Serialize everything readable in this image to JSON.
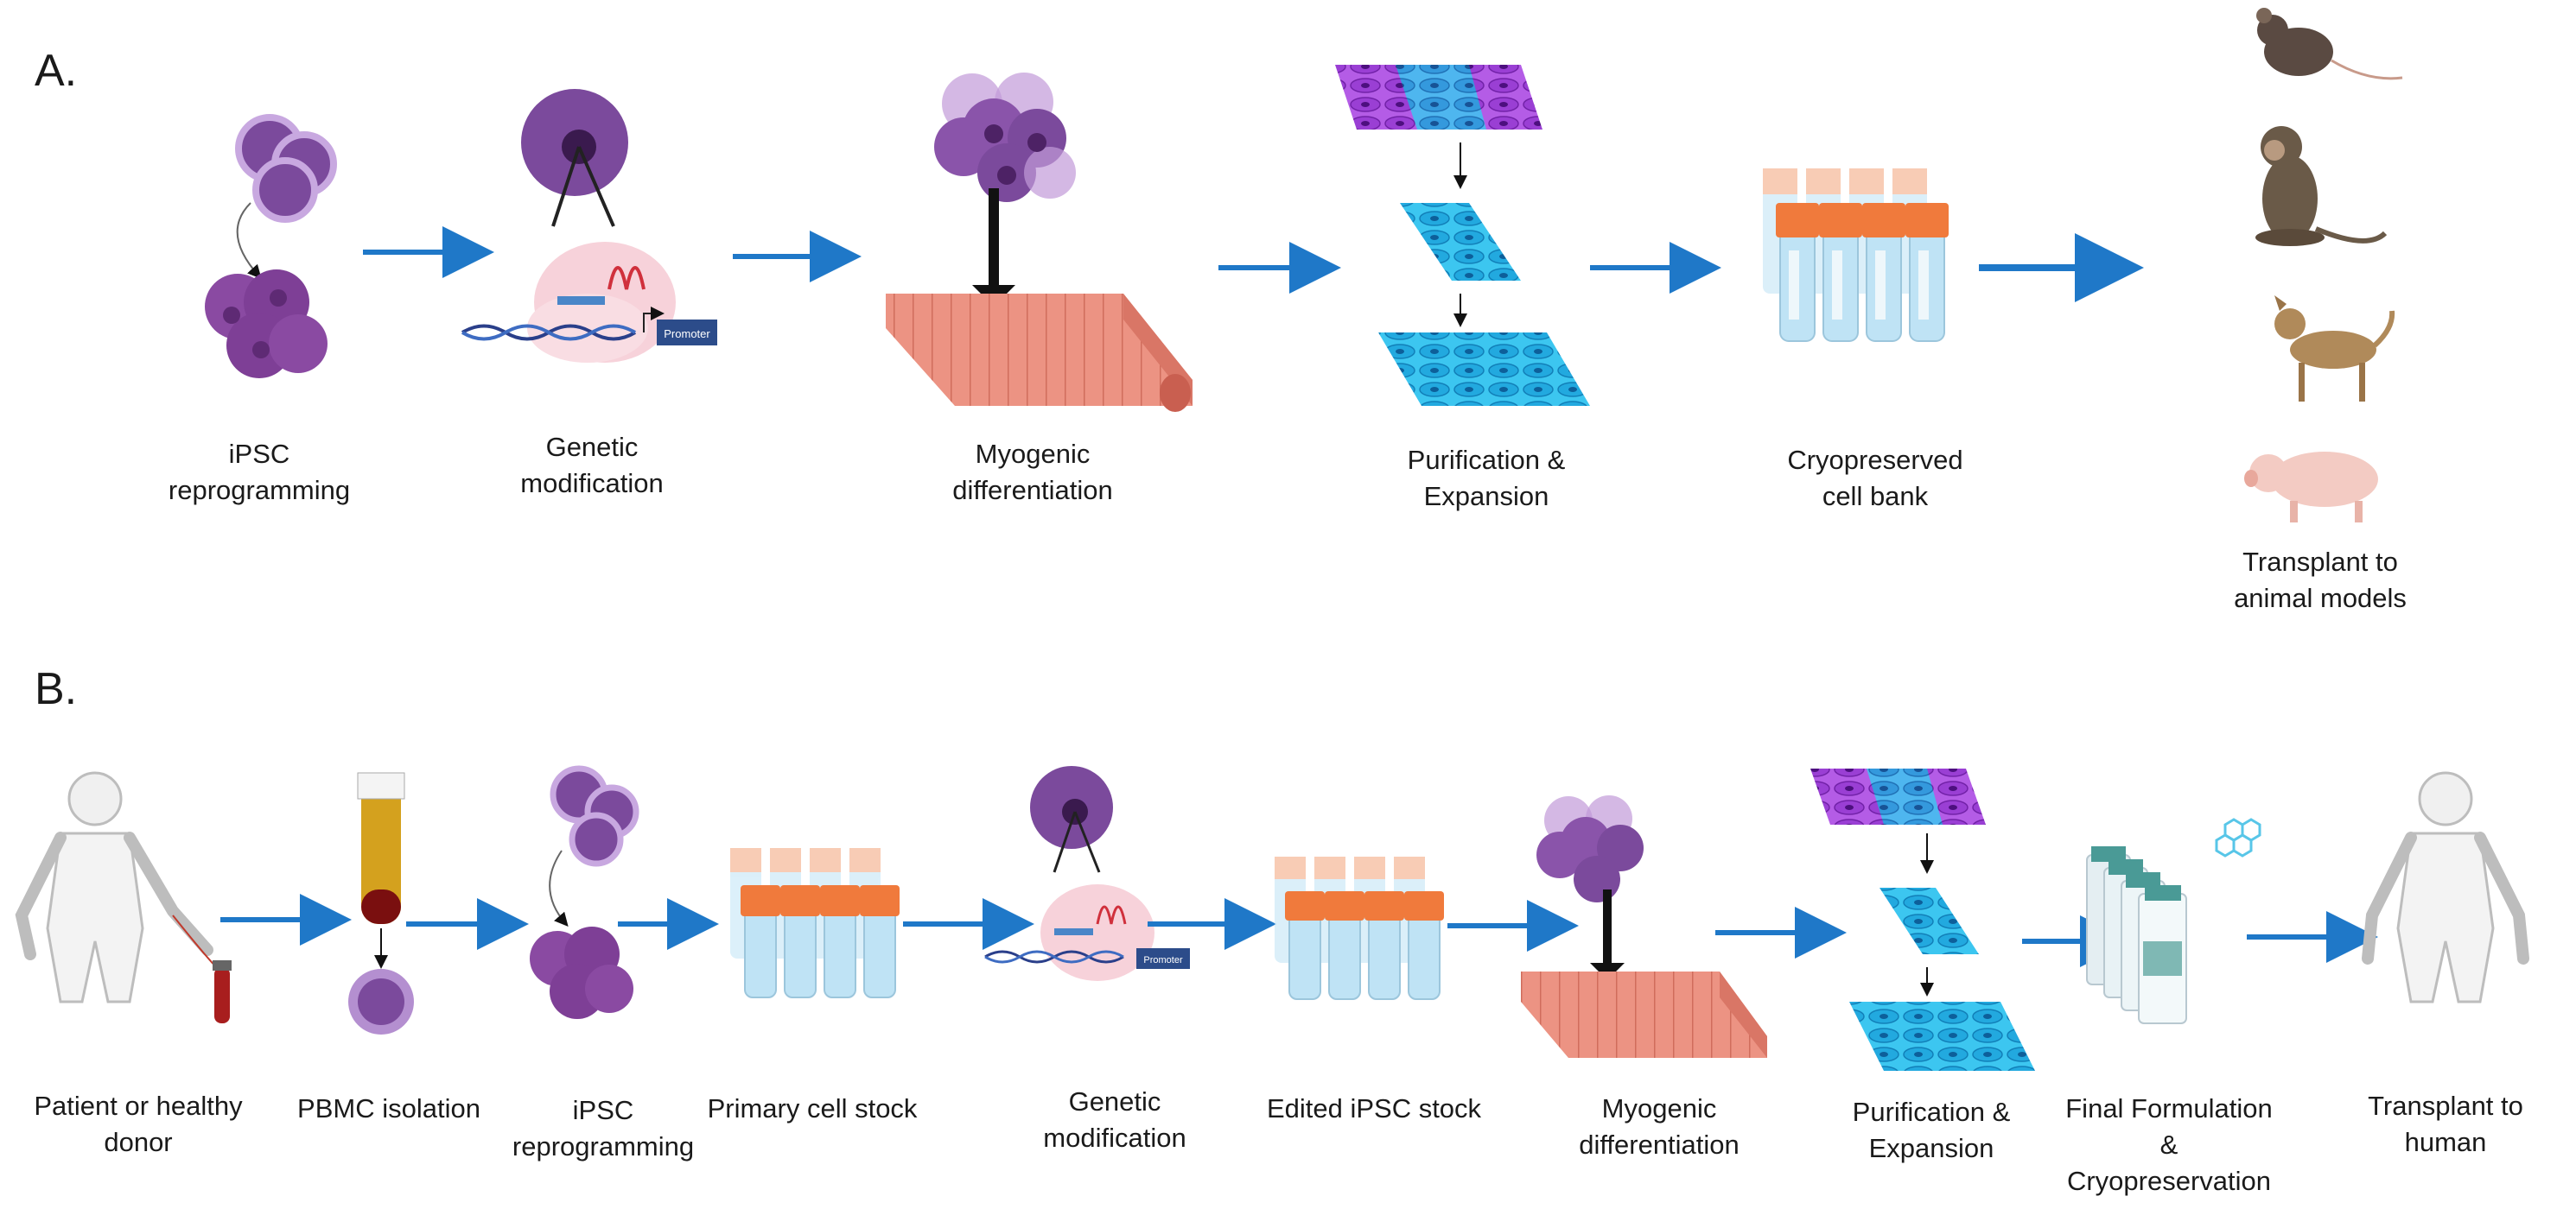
{
  "panel_a": {
    "label": "A.",
    "steps": [
      {
        "id": "ipsc",
        "label": "iPSC\nreprogramming"
      },
      {
        "id": "genetic",
        "label": "Genetic\nmodification",
        "promoter_label": "Promoter"
      },
      {
        "id": "myogenic",
        "label": "Myogenic\ndifferentiation"
      },
      {
        "id": "purification",
        "label": "Purification &\nExpansion"
      },
      {
        "id": "cryo",
        "label": "Cryopreserved\ncell bank"
      },
      {
        "id": "transplant",
        "label": "Transplant to\nanimal models"
      }
    ],
    "animals": [
      "mouse-icon",
      "monkey-icon",
      "dog-icon",
      "pig-icon"
    ]
  },
  "panel_b": {
    "label": "B.",
    "steps": [
      {
        "id": "donor",
        "label": "Patient or healthy\ndonor"
      },
      {
        "id": "pbmc",
        "label": "PBMC isolation"
      },
      {
        "id": "ipsc",
        "label": "iPSC\nreprogramming"
      },
      {
        "id": "primary",
        "label": "Primary cell stock"
      },
      {
        "id": "genetic",
        "label": "Genetic\nmodification",
        "promoter_label": "Promoter"
      },
      {
        "id": "edited",
        "label": "Edited iPSC stock"
      },
      {
        "id": "myogenic",
        "label": "Myogenic\ndifferentiation"
      },
      {
        "id": "purification",
        "label": "Purification &\nExpansion"
      },
      {
        "id": "final",
        "label": "Final Formulation\n&\nCryopreservation"
      },
      {
        "id": "transplant",
        "label": "Transplant to\nhuman"
      }
    ]
  },
  "colors": {
    "arrow": "#1f78c8",
    "ipsc": "#7b4a9c",
    "ipsc_light": "#b48fd0",
    "muscle": "#e88a7a",
    "vial_cap": "#f07a3c",
    "vial_body": "#bfe3f5",
    "cyan_sheet": "#2ab8e8",
    "purple_sheet": "#a24ad6"
  }
}
